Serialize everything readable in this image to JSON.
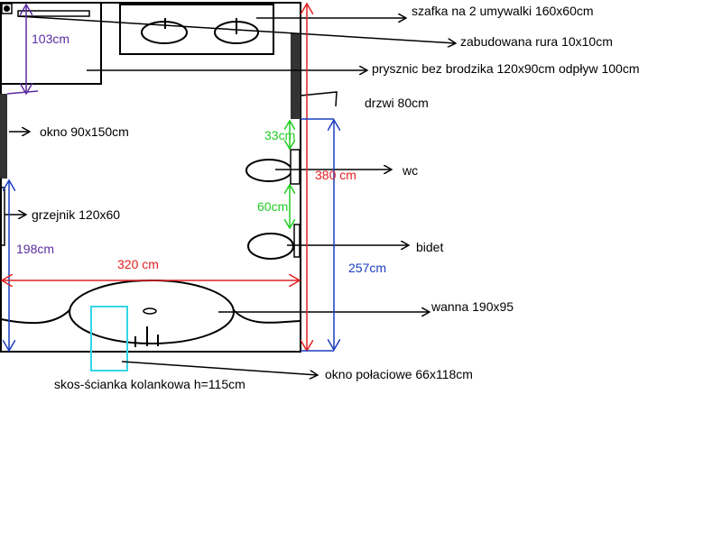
{
  "labels": {
    "sink_cabinet": "szafka na 2 umywalki 160x60cm",
    "pipe": "zabudowana rura 10x10cm",
    "shower": "prysznic bez brodzika 120x90cm odpływ 100cm",
    "door": "drzwi 80cm",
    "window": "okno 90x150cm",
    "wc": "wc",
    "radiator": "grzejnik 120x60",
    "bidet": "bidet",
    "bathtub": "wanna 190x95",
    "roof_window": "okno połaciowe 66x118cm",
    "knee_wall": "skos-ścianka kolankowa h=115cm"
  },
  "dimensions": {
    "d103": "103cm",
    "d33": "33cm",
    "d380": "380 cm",
    "d60": "60cm",
    "d198": "198cm",
    "d320": "320 cm",
    "d257": "257cm"
  },
  "colors": {
    "red": "#e02020",
    "blue": "#1a3fc0",
    "purple": "#5b2ca0",
    "green": "#22cc22",
    "cyan": "#33d6e6",
    "wall_dark": "#333333"
  }
}
